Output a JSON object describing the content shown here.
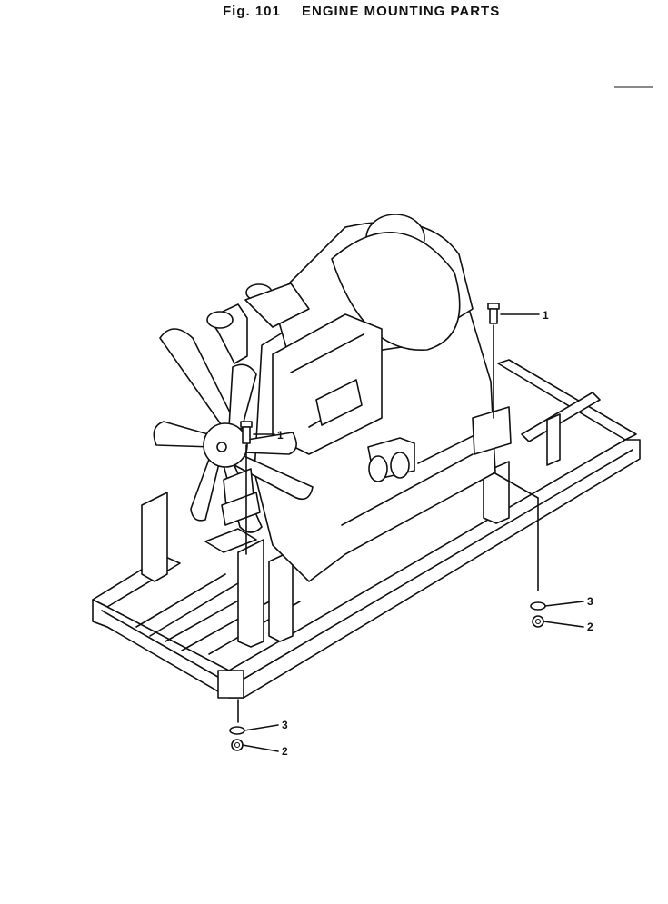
{
  "figure": {
    "number": "Fig. 101",
    "title": "ENGINE MOUNTING PARTS"
  },
  "callouts": [
    {
      "id": "callout-bolt-rear",
      "label": "1"
    },
    {
      "id": "callout-bolt-front",
      "label": "1"
    },
    {
      "id": "callout-washer-right",
      "label": "3"
    },
    {
      "id": "callout-nut-right",
      "label": "2"
    },
    {
      "id": "callout-washer-left",
      "label": "3"
    },
    {
      "id": "callout-nut-left",
      "label": "2"
    }
  ]
}
